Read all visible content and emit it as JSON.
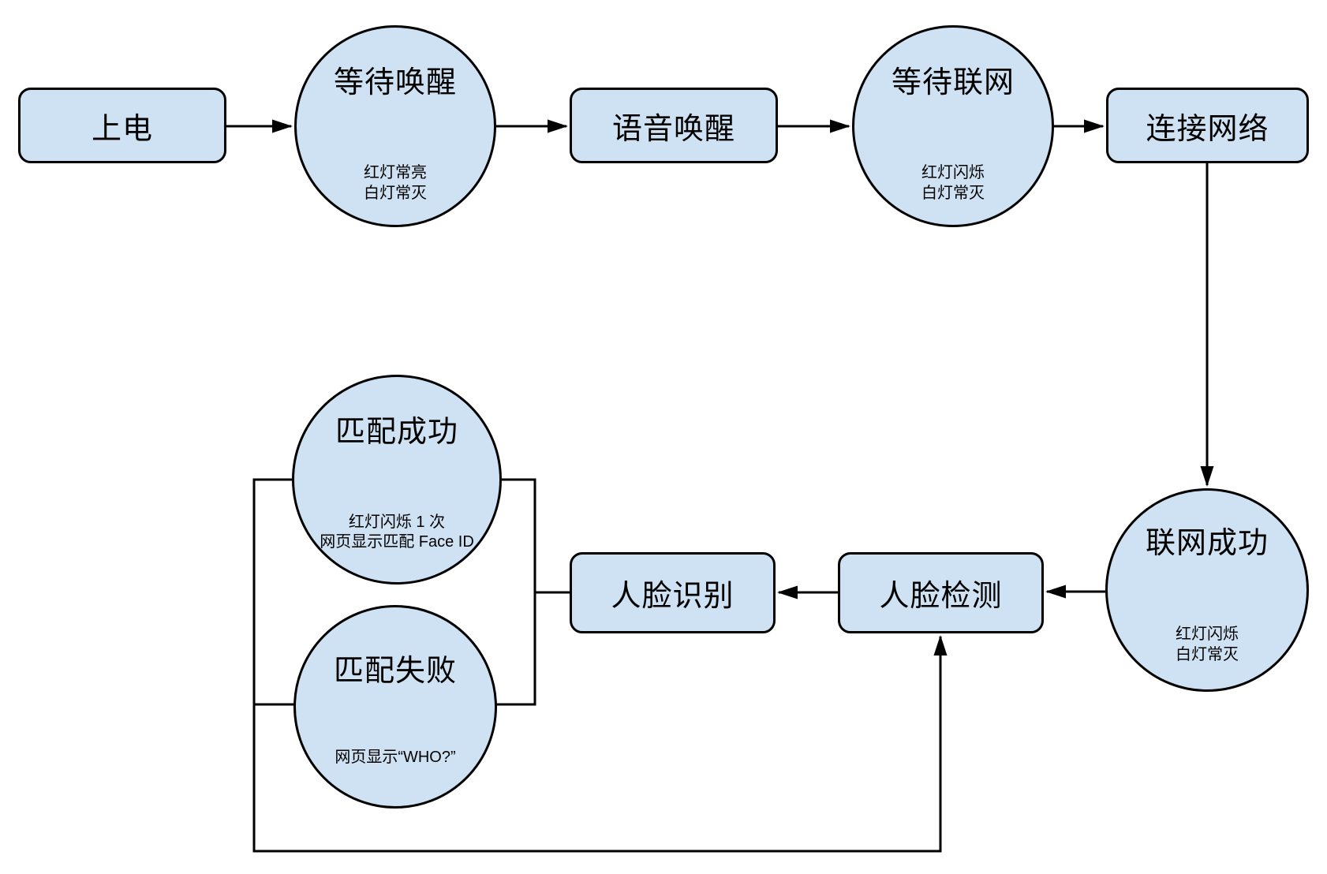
{
  "diagram": {
    "colors": {
      "node_fill": "#cfe2f3",
      "node_border": "#000000",
      "connector": "#000000",
      "background": "#ffffff"
    },
    "nodes": {
      "power_on": {
        "shape": "rect",
        "label": "上电"
      },
      "wait_wake": {
        "shape": "circle",
        "label": "等待唤醒",
        "status_lines": [
          "红灯常亮",
          "白灯常灭"
        ]
      },
      "voice_wake": {
        "shape": "rect",
        "label": "语音唤醒"
      },
      "wait_network": {
        "shape": "circle",
        "label": "等待联网",
        "status_lines": [
          "红灯闪烁",
          "白灯常灭"
        ]
      },
      "connect_network": {
        "shape": "rect",
        "label": "连接网络"
      },
      "network_success": {
        "shape": "circle",
        "label": "联网成功",
        "status_lines": [
          "红灯闪烁",
          "白灯常灭"
        ]
      },
      "face_detect": {
        "shape": "rect",
        "label": "人脸检测"
      },
      "face_recognize": {
        "shape": "rect",
        "label": "人脸识别"
      },
      "match_success": {
        "shape": "circle",
        "label": "匹配成功",
        "status_lines": [
          "红灯闪烁 1 次",
          "网页显示匹配 Face ID"
        ]
      },
      "match_fail": {
        "shape": "circle",
        "label": "匹配失败",
        "status_lines": [
          "网页显示“WHO?”"
        ]
      }
    },
    "edges": [
      {
        "from": "power_on",
        "to": "wait_wake",
        "arrow": true
      },
      {
        "from": "wait_wake",
        "to": "voice_wake",
        "arrow": true
      },
      {
        "from": "voice_wake",
        "to": "wait_network",
        "arrow": true
      },
      {
        "from": "wait_network",
        "to": "connect_network",
        "arrow": true
      },
      {
        "from": "connect_network",
        "to": "network_success",
        "arrow": true
      },
      {
        "from": "network_success",
        "to": "face_detect",
        "arrow": true
      },
      {
        "from": "face_detect",
        "to": "face_recognize",
        "arrow": true
      },
      {
        "from": "face_recognize",
        "to": "match_success",
        "arrow": false
      },
      {
        "from": "face_recognize",
        "to": "match_fail",
        "arrow": false
      },
      {
        "from": "match_success",
        "to": "face_detect",
        "arrow": true
      },
      {
        "from": "match_fail",
        "to": "face_detect",
        "arrow": true
      }
    ]
  }
}
